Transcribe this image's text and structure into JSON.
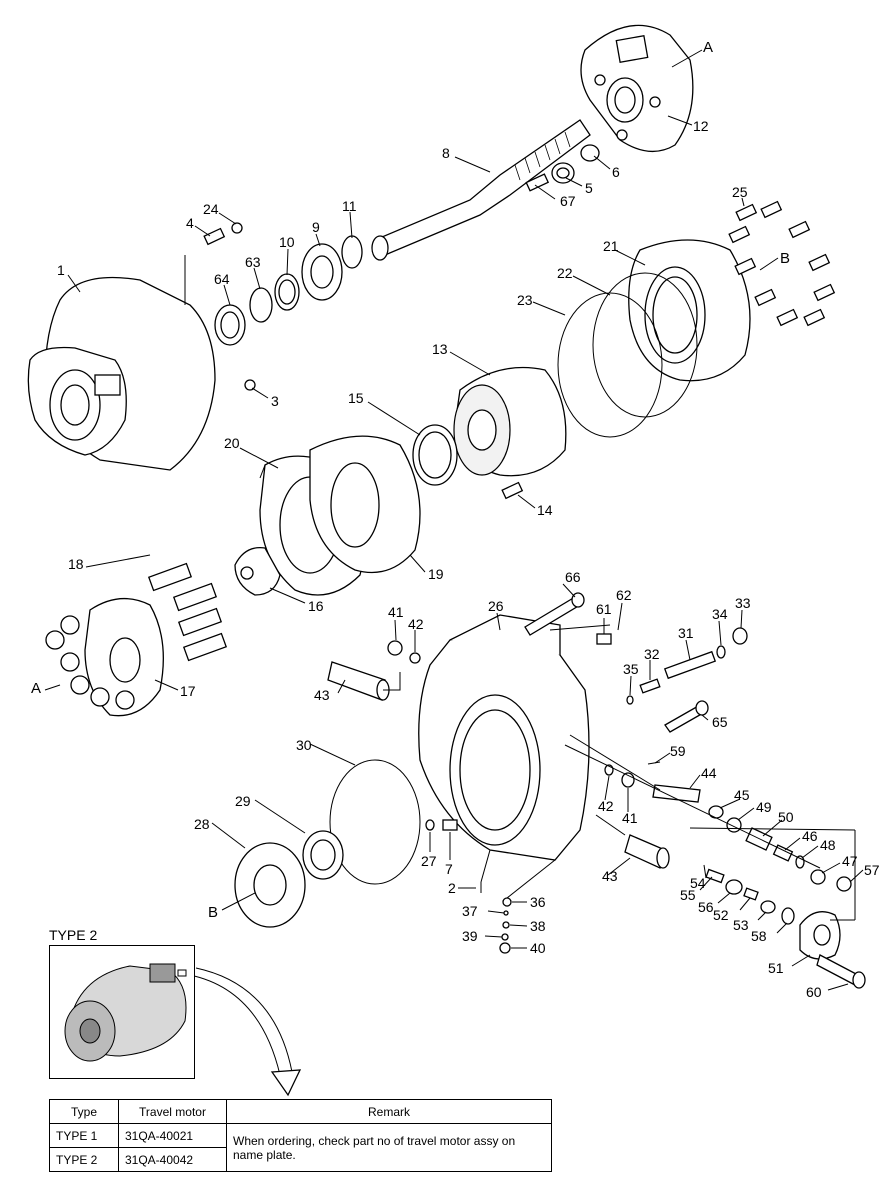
{
  "callouts": {
    "n1": "1",
    "n2": "2",
    "n3": "3",
    "n4": "4",
    "n5": "5",
    "n6": "6",
    "n7": "7",
    "n8": "8",
    "n9": "9",
    "n10": "10",
    "n11": "11",
    "n12": "12",
    "n13": "13",
    "n14": "14",
    "n15": "15",
    "n16": "16",
    "n17": "17",
    "n18": "18",
    "n19": "19",
    "n20": "20",
    "n21": "21",
    "n22": "22",
    "n23": "23",
    "n24": "24",
    "n25": "25",
    "n26": "26",
    "n27": "27",
    "n28": "28",
    "n29": "29",
    "n30": "30",
    "n31": "31",
    "n32": "32",
    "n33": "33",
    "n34": "34",
    "n35": "35",
    "n36": "36",
    "n37": "37",
    "n38": "38",
    "n39": "39",
    "n40": "40",
    "n41a": "41",
    "n41b": "41",
    "n42a": "42",
    "n42b": "42",
    "n43a": "43",
    "n43b": "43",
    "n44": "44",
    "n45": "45",
    "n46": "46",
    "n47": "47",
    "n48": "48",
    "n49": "49",
    "n50": "50",
    "n51": "51",
    "n52": "52",
    "n53": "53",
    "n54": "54",
    "n55": "55",
    "n56": "56",
    "n57": "57",
    "n58": "58",
    "n59": "59",
    "n60": "60",
    "n61": "61",
    "n62": "62",
    "n63": "63",
    "n64": "64",
    "n65": "65",
    "n66": "66",
    "n67": "67",
    "refA1": "A",
    "refA2": "A",
    "refB1": "B",
    "refB2": "B"
  },
  "type2_title": "TYPE 2",
  "table": {
    "headers": [
      "Type",
      "Travel motor",
      "Remark"
    ],
    "rows": [
      {
        "type": "TYPE 1",
        "motor": "31QA-40021"
      },
      {
        "type": "TYPE 2",
        "motor": "31QA-40042"
      }
    ],
    "remark": "When ordering, check part no of travel motor assy on name plate."
  }
}
